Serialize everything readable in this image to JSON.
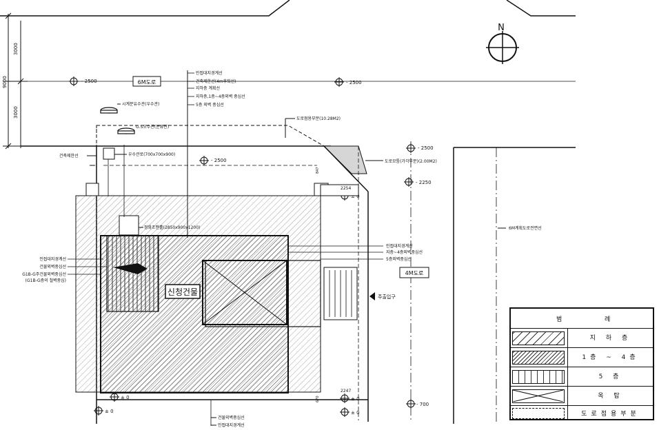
{
  "dimensions": {
    "v_total": "9000",
    "v_top": "3000",
    "v_bottom": "3000"
  },
  "compass": {
    "north": "N"
  },
  "roads": {
    "road_6m": "6M도로",
    "road_4m": "4M도로",
    "planned_road_line": "6M계획도로전면선"
  },
  "levels": {
    "l_2500_a": "- 2500",
    "l_2500_b": "- 2500",
    "l_2500_c": "- 2500",
    "l_2500_d": "- 2500",
    "l_2250": "- 2250",
    "l_700": "- 700",
    "l_0_a": "± 0",
    "l_0_b": "± 0",
    "l_0_c": "± 0",
    "l_0_d": "± 0",
    "l_0_e": "± 0"
  },
  "dims_small": {
    "d_2254": "2254",
    "d_2247": "2247",
    "d_847": "847",
    "d_670": "670"
  },
  "notes": {
    "top_callouts": [
      "인접대지경계선",
      "건축제한선(4m후퇴선)",
      "지하층 계획선",
      "지하층,1층~4층외벽 중심선",
      "5층 외벽 중심선"
    ],
    "sewer_1": "시계분유수관(우수관)",
    "sewer_2": "G.S오수관(분류관)",
    "road_part": "도로점용부분(10.28M2)",
    "building_line": "건축제한선",
    "rain_tank": "우수관로(700x700x900)",
    "road_corner": "도로모퉁(가각부분)(2.00M2)",
    "septic": "정화조맨홀(2850x900x1200)",
    "left_callouts": [
      "인접대지경계선",
      "건물외벽중심선",
      "G1B-G주건물외벽중심선",
      "(G1B-G층의 철벽중심)"
    ],
    "right_callouts": [
      "인접대지경계선",
      "지층~4층외벽중심선",
      "5층외벽중심선"
    ],
    "main_entrance": "주출입구",
    "bottom_callouts": [
      "건물외벽중심선",
      "인접대지경계선"
    ]
  },
  "building_label": "신청건물",
  "legend": {
    "header_left": "범",
    "header_right": "례",
    "rows": [
      {
        "label": "지 하 층",
        "pattern": "sparse-diagonal"
      },
      {
        "label": "1층 ~ 4층",
        "pattern": "dense-diagonal"
      },
      {
        "label": "5 층",
        "pattern": "vertical"
      },
      {
        "label": "옥 탑",
        "pattern": "cross"
      },
      {
        "label": "도로점용부분",
        "pattern": "dashed-dots"
      }
    ]
  }
}
